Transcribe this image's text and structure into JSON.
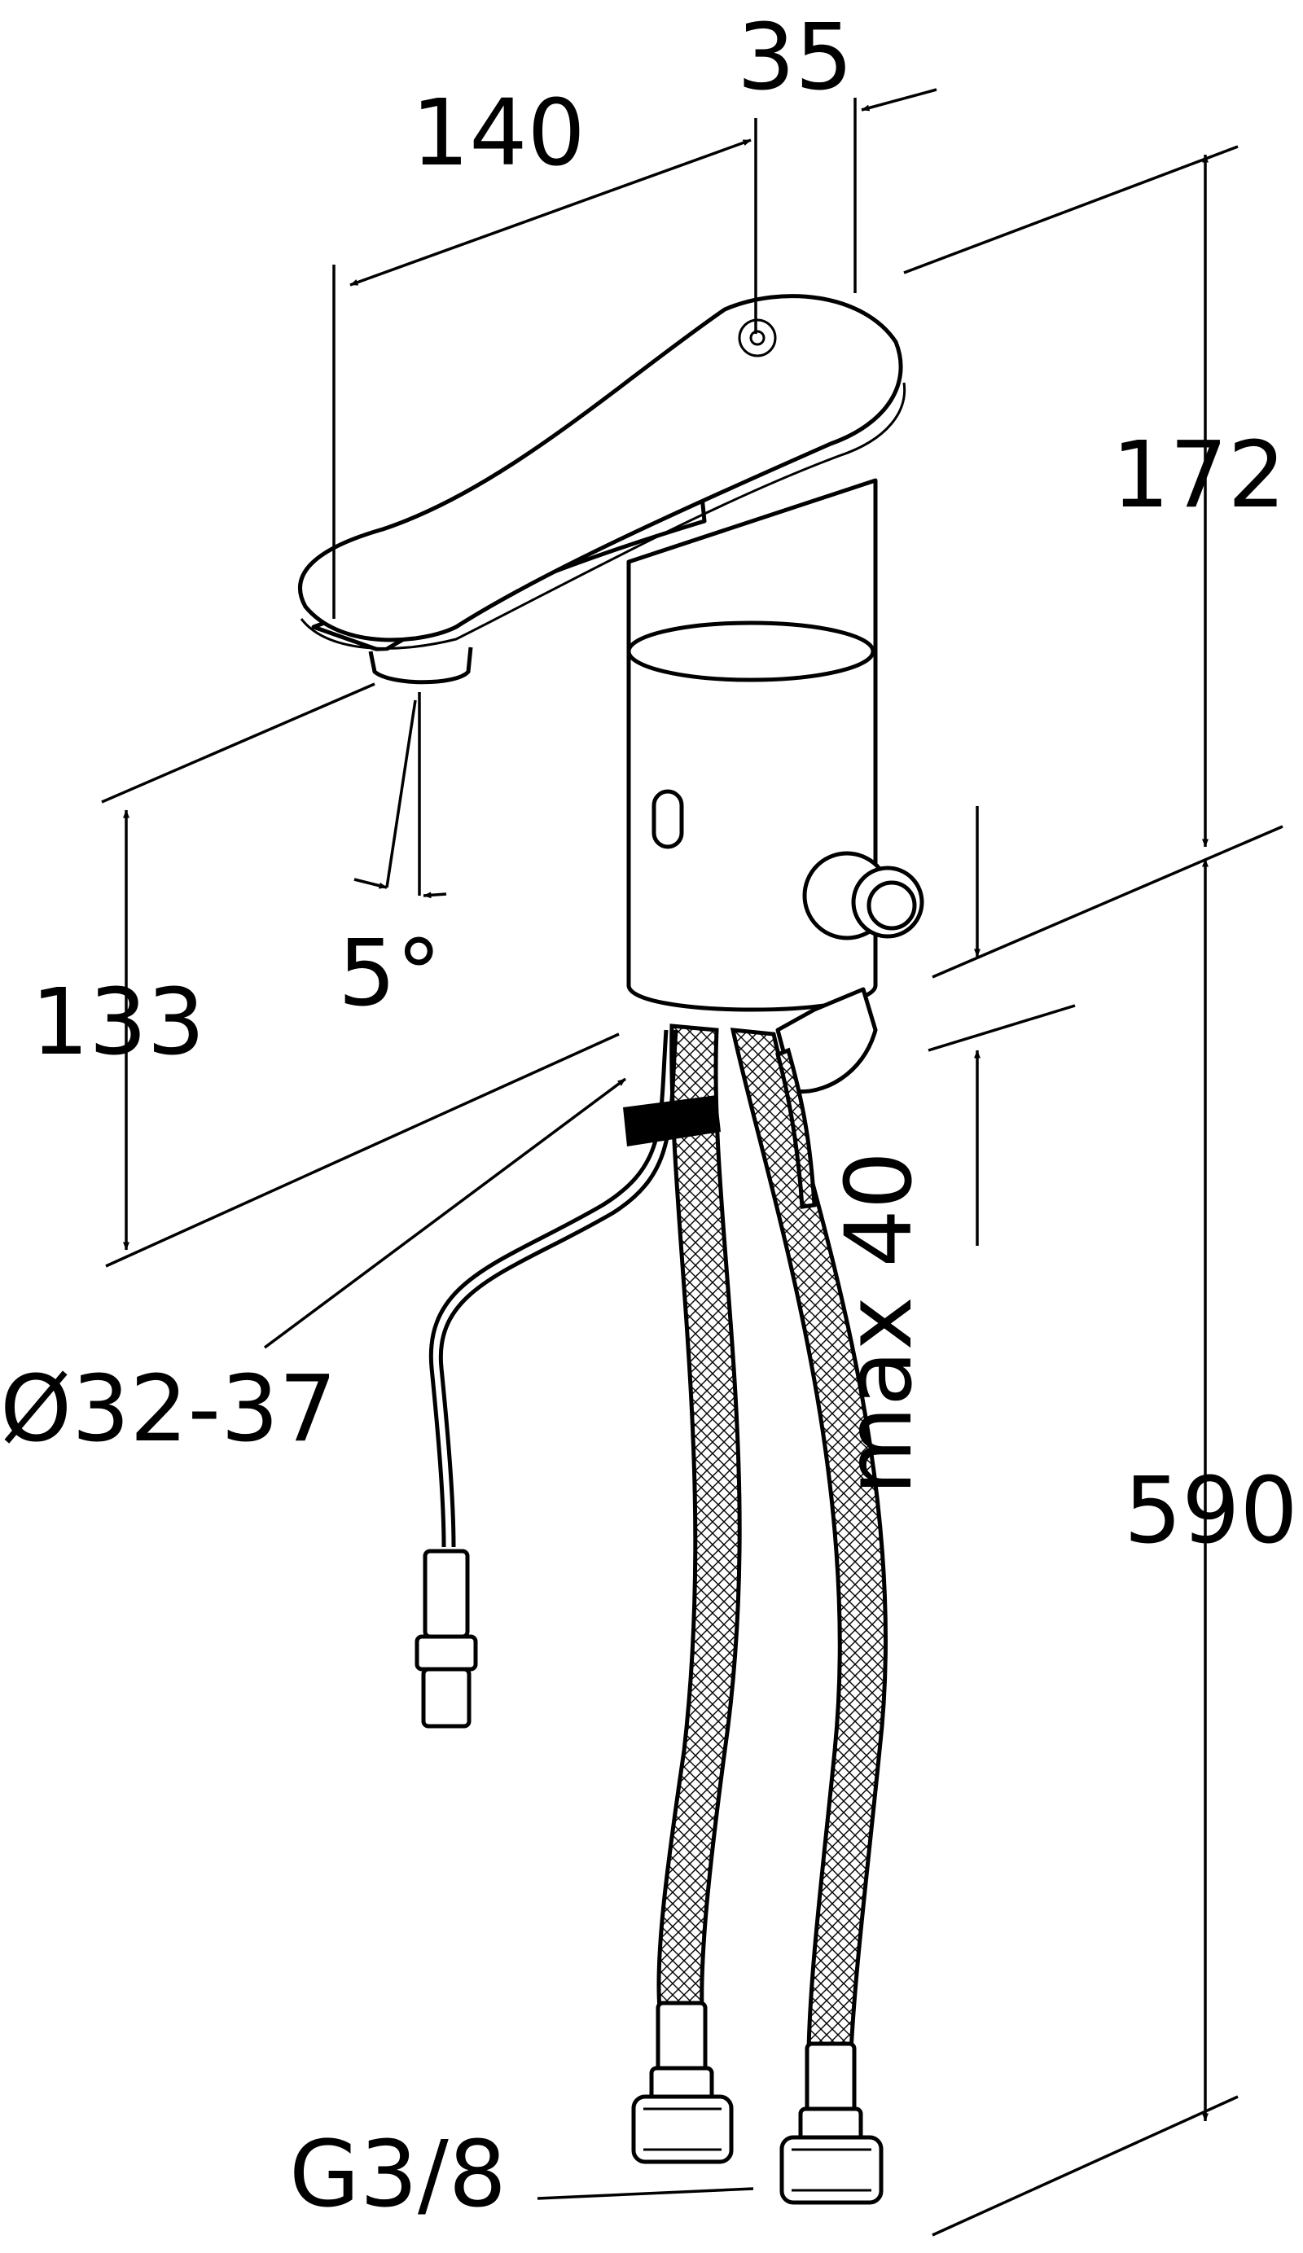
{
  "dimensions": {
    "spout_reach": "140",
    "spout_offset": "35",
    "spout_height": "172",
    "spout_angle": "5°",
    "outlet_height": "133",
    "hole_diameter": "Ø32-37",
    "max_thickness": "max 40",
    "hose_length": "590",
    "connection_thread": "G3/8"
  }
}
